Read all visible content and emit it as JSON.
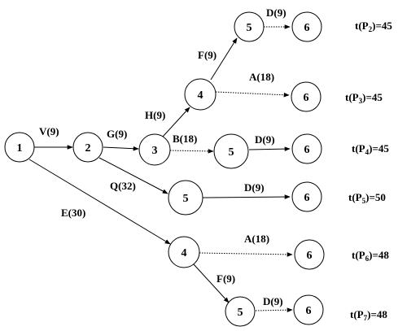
{
  "nodes": {
    "n1": "1",
    "n2": "2",
    "n3": "3",
    "n4a": "4",
    "n5a": "5",
    "n6a": "6",
    "n6b": "6",
    "n5b": "5",
    "n6c": "6",
    "n5c": "5",
    "n6d": "6",
    "n4b": "4",
    "n6e": "6",
    "n5d": "5",
    "n6f": "6"
  },
  "edges": {
    "e12": "V(9)",
    "e23": "G(9)",
    "e34a": "H(9)",
    "e4a5a": "F(9)",
    "e5a6a": "D(9)",
    "e4a6b": "A(18)",
    "e35b": "B(18)",
    "e5b6c": "D(9)",
    "e25c": "Q(32)",
    "e5c6d": "D(9)",
    "e14b": "E(30)",
    "e4b6e": "A(18)",
    "e4b5d": "F(9)",
    "e5d6f": "D(9)"
  },
  "paths": {
    "p2": {
      "prefix": "t(P",
      "sub": "2",
      "suffix": ")=45"
    },
    "p3": {
      "prefix": "t(P",
      "sub": "3",
      "suffix": ")=45"
    },
    "p4": {
      "prefix": "t(P",
      "sub": "4",
      "suffix": ")=45"
    },
    "p5": {
      "prefix": "t(P",
      "sub": "5",
      "suffix": ")=50"
    },
    "p6": {
      "prefix": "t(P",
      "sub": "6",
      "suffix": ")=48"
    },
    "p7": {
      "prefix": "t(P",
      "sub": "7",
      "suffix": ")=48"
    }
  }
}
